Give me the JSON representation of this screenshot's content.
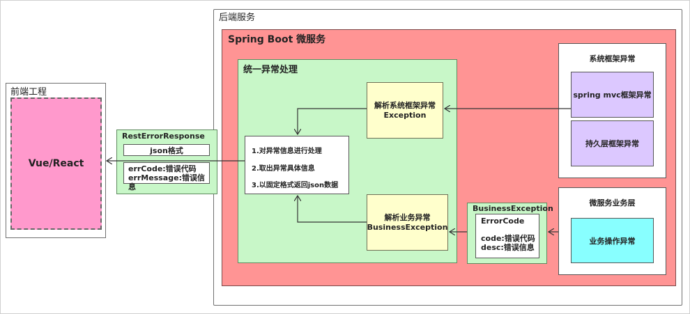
{
  "backend": {
    "title": "后端服务"
  },
  "springboot": {
    "title": "Spring Boot 微服务"
  },
  "unified": {
    "title": "统一异常处理"
  },
  "frontend": {
    "title": "前端工程",
    "app": "Vue/React"
  },
  "rest": {
    "title": "RestErrorResponse",
    "json_label": "json格式",
    "err_code": "errCode:错误代码",
    "err_message": "errMessage:错误信息"
  },
  "process": {
    "step1": "1.对异常信息进行处理",
    "step2": "2.取出异常具体信息",
    "step3": "3.以固定格式返回json数据"
  },
  "sys_parse": {
    "line1": "解析系统框架异常",
    "line2": "Exception"
  },
  "biz_parse": {
    "line1": "解析业务异常",
    "line2": "BusinessException"
  },
  "sys_panel": {
    "title": "系统框架异常",
    "mvc": "spring mvc框架异常",
    "persist": "持久层框架异常"
  },
  "biz_panel": {
    "title": "微服务业务层",
    "op": "业务操作异常"
  },
  "business_exception": {
    "title": "BusinessException",
    "errcode_title": "ErrorCode",
    "code": "code:错误代码",
    "desc": "desc:错误信息"
  }
}
